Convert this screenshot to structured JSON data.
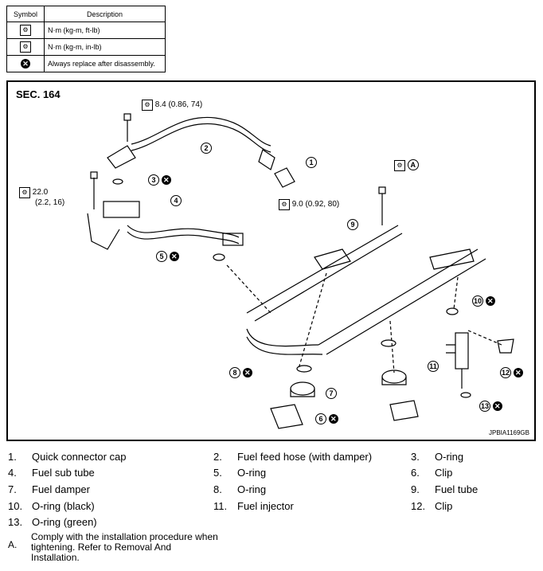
{
  "legend": {
    "header_symbol": "Symbol",
    "header_description": "Description",
    "rows": [
      {
        "icon": "torque-wrench-icon",
        "description": "N·m (kg-m, ft-lb)"
      },
      {
        "icon": "torque-wrench-inlb-icon",
        "description": "N·m (kg-m, in-lb)"
      },
      {
        "icon": "always-replace-icon",
        "description": "Always replace after disassembly."
      }
    ]
  },
  "diagram": {
    "section": "SEC. 164",
    "image_code": "JPBIA1169GB",
    "torque_top": "8.4 (0.86, 74)",
    "torque_left_1": "22.0",
    "torque_left_2": "(2.2, 16)",
    "torque_mid": "9.0 (0.92, 80)",
    "note_ref": "A",
    "callouts": [
      "1",
      "2",
      "3",
      "4",
      "5",
      "6",
      "7",
      "8",
      "9",
      "10",
      "11",
      "12",
      "13"
    ]
  },
  "parts": [
    {
      "num": "1.",
      "name": "Quick connector cap"
    },
    {
      "num": "2.",
      "name": "Fuel feed hose (with damper)"
    },
    {
      "num": "3.",
      "name": "O-ring"
    },
    {
      "num": "4.",
      "name": "Fuel sub tube"
    },
    {
      "num": "5.",
      "name": "O-ring"
    },
    {
      "num": "6.",
      "name": "Clip"
    },
    {
      "num": "7.",
      "name": "Fuel damper"
    },
    {
      "num": "8.",
      "name": "O-ring"
    },
    {
      "num": "9.",
      "name": "Fuel tube"
    },
    {
      "num": "10.",
      "name": "O-ring (black)"
    },
    {
      "num": "11.",
      "name": "Fuel injector"
    },
    {
      "num": "12.",
      "name": "Clip"
    },
    {
      "num": "13.",
      "name": "O-ring (green)"
    }
  ],
  "note": {
    "letter": "A.",
    "text": "Comply with the installation procedure when tightening. Refer to Removal And Installation."
  }
}
